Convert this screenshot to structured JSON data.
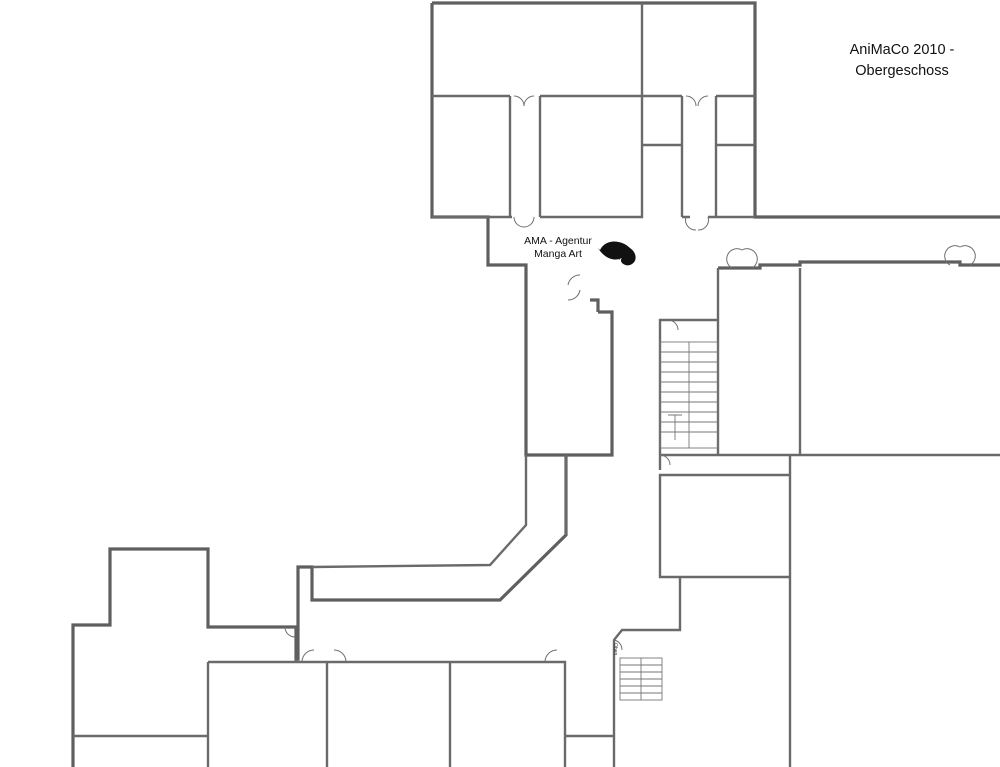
{
  "map": {
    "title_line1": "AniMaCo 2010 -",
    "title_line2": "Obergeschoss",
    "booth_line1": "AMA - Agentur",
    "booth_line2": "Manga Art",
    "booth_icon": "feather-quill-icon",
    "stair_note": "Oben",
    "colors": {
      "wall": "#5f5f5f",
      "booth_marker": "#111111",
      "background": "#ffffff"
    }
  }
}
